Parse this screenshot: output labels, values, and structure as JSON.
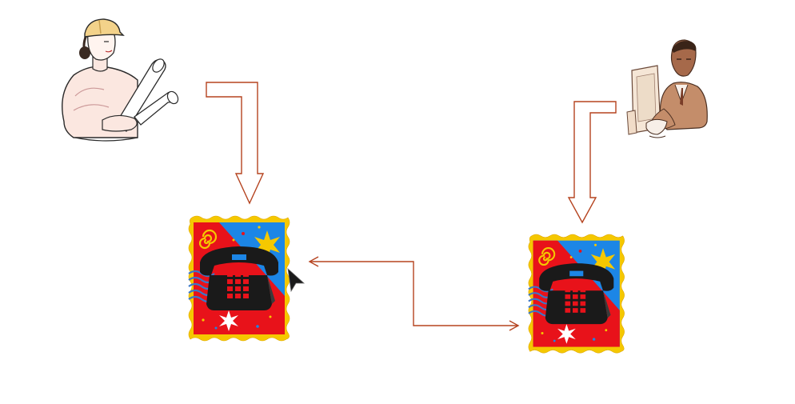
{
  "nodes": [
    {
      "id": "engineer",
      "kind": "person",
      "icon": "engineer-with-blueprints-icon"
    },
    {
      "id": "businessman",
      "kind": "person",
      "icon": "businessman-at-computer-icon"
    },
    {
      "id": "phone-left",
      "kind": "device",
      "icon": "telephone-stamp-icon"
    },
    {
      "id": "phone-right",
      "kind": "device",
      "icon": "telephone-stamp-icon"
    }
  ],
  "edges": [
    {
      "from": "engineer",
      "to": "phone-left",
      "style": "block-arrow"
    },
    {
      "from": "businessman",
      "to": "phone-right",
      "style": "block-arrow"
    },
    {
      "from": "phone-left",
      "to": "phone-right",
      "style": "double-headed-elbow"
    }
  ],
  "colors": {
    "arrow": "#b5431f",
    "stamp_border": "#f5c800",
    "stamp_blue": "#1c86e6",
    "stamp_red": "#e8121a",
    "phone": "#1a1a1a"
  }
}
